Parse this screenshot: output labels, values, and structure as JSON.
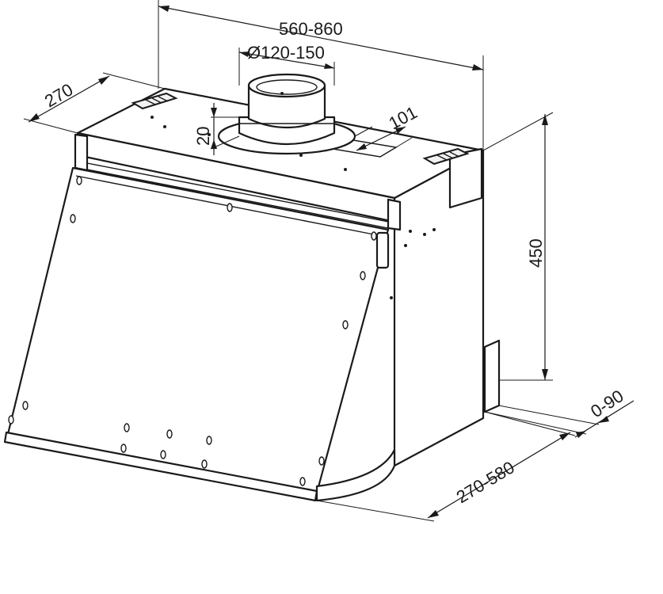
{
  "dimensions": {
    "width": "560-860",
    "outlet_diameter": "Ø120-150",
    "depth_top": "270",
    "collar_height": "20",
    "outlet_offset": "101",
    "height": "450",
    "extension": "0-90",
    "depth_range": "270-580"
  },
  "colors": {
    "line": "#1a1a1a",
    "background": "#ffffff"
  }
}
